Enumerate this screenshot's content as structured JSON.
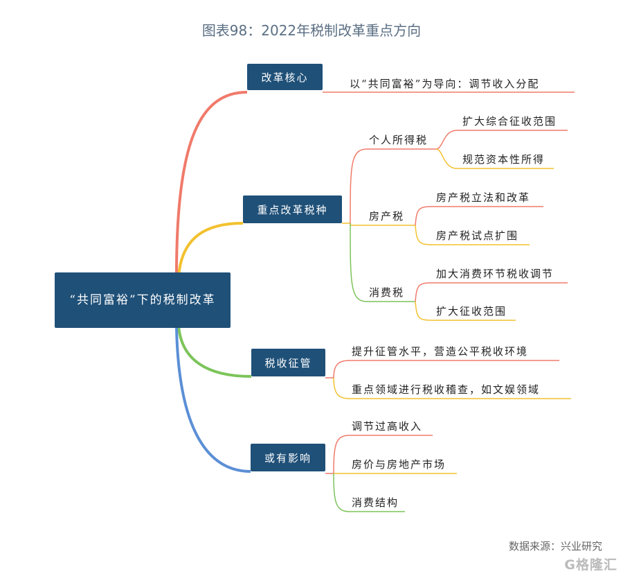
{
  "title": "图表98：2022年税制改革重点方向",
  "center": "“共同富裕”下的税制改革",
  "branches": {
    "core": {
      "label": "改革核心",
      "leaf": "以“共同富裕”为导向：调节收入分配"
    },
    "taxes": {
      "label": "重点改革税种",
      "income": {
        "label": "个人所得税",
        "leaves": [
          "扩大综合征收范围",
          "规范资本性所得"
        ]
      },
      "property": {
        "label": "房产税",
        "leaves": [
          "房产税立法和改革",
          "房产税试点扩围"
        ]
      },
      "consumption": {
        "label": "消费税",
        "leaves": [
          "加大消费环节税收调节",
          "扩大征收范围"
        ]
      }
    },
    "admin": {
      "label": "税收征管",
      "leaves": [
        "提升征管水平，营造公平税收环境",
        "重点领域进行税收稽查，如文娱领域"
      ]
    },
    "impact": {
      "label": "或有影响",
      "leaves": [
        "调节过高收入",
        "房价与房地产市场",
        "消费结构"
      ]
    }
  },
  "source": "数据来源：兴业研究",
  "watermark": "格隆汇",
  "colors": {
    "node": "#1f5078",
    "red": "#f07a6a",
    "yellow": "#f2c12e",
    "green": "#7cc45a",
    "blue": "#5b8fd6"
  }
}
